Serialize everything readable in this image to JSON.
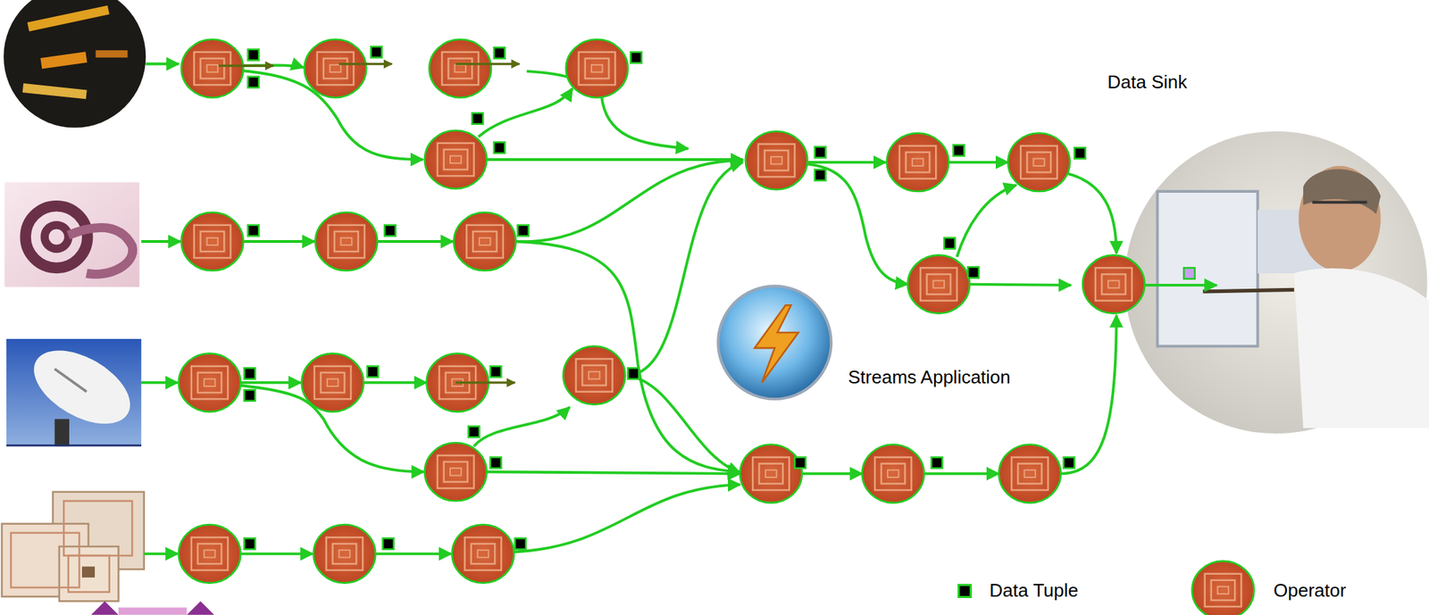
{
  "diagram": {
    "labels": [
      "Data Sink",
      "Streams Application"
    ],
    "legend": [
      {
        "text": "Data Tuple",
        "color": "#000000"
      },
      {
        "text": "Operator"
      }
    ]
  }
}
